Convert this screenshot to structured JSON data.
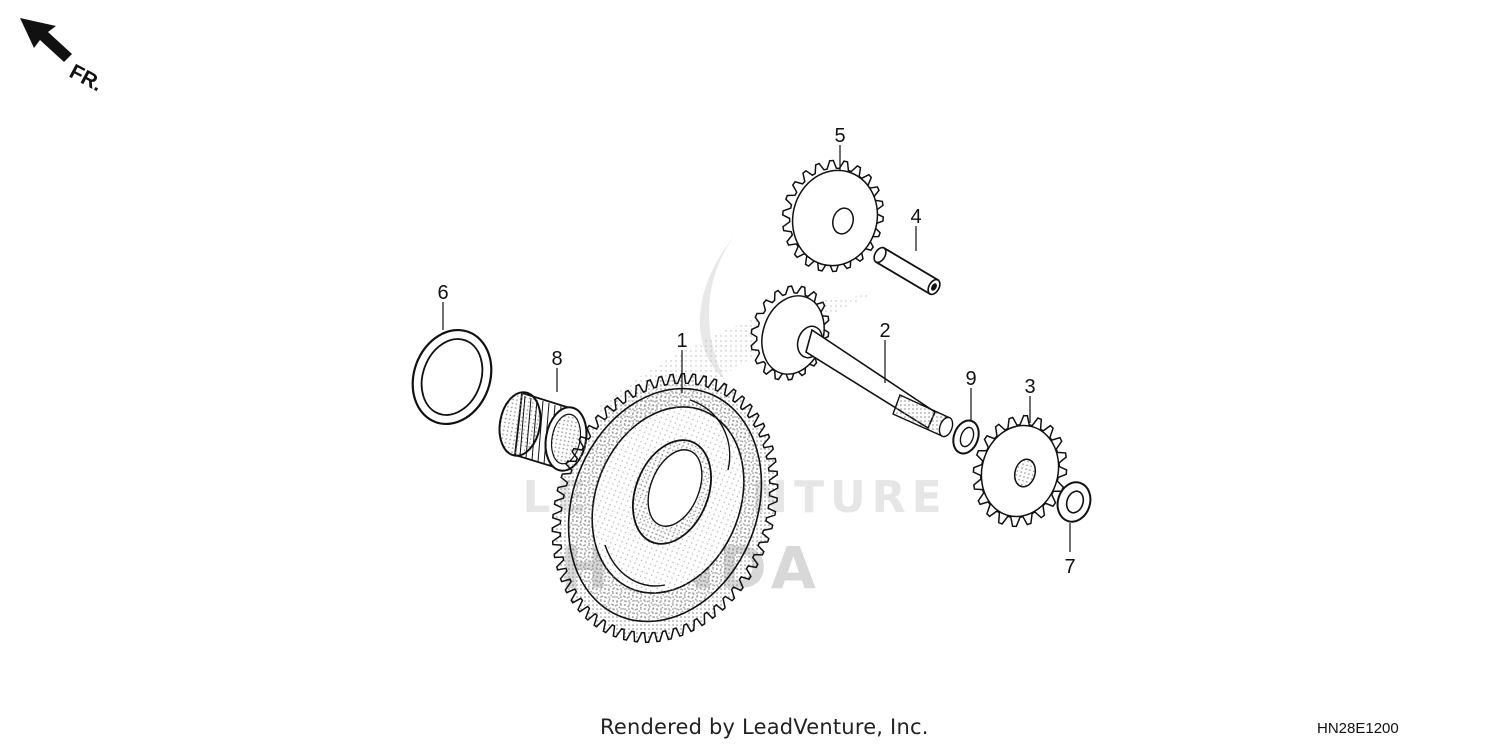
{
  "direction_label": "FR.",
  "watermark": {
    "brand": "LEADVENTURE",
    "maker": "HONDA"
  },
  "parts": [
    {
      "number": "1"
    },
    {
      "number": "2"
    },
    {
      "number": "3"
    },
    {
      "number": "4"
    },
    {
      "number": "5"
    },
    {
      "number": "6"
    },
    {
      "number": "7"
    },
    {
      "number": "8"
    },
    {
      "number": "9"
    }
  ],
  "footer": {
    "credit": "Rendered by LeadVenture, Inc.",
    "diagram_code": "HN28E1200"
  },
  "colors": {
    "line": "#111111",
    "watermark": "#d9d9d9",
    "background": "#ffffff"
  },
  "icons": {
    "direction": "front-direction-arrow-icon"
  }
}
